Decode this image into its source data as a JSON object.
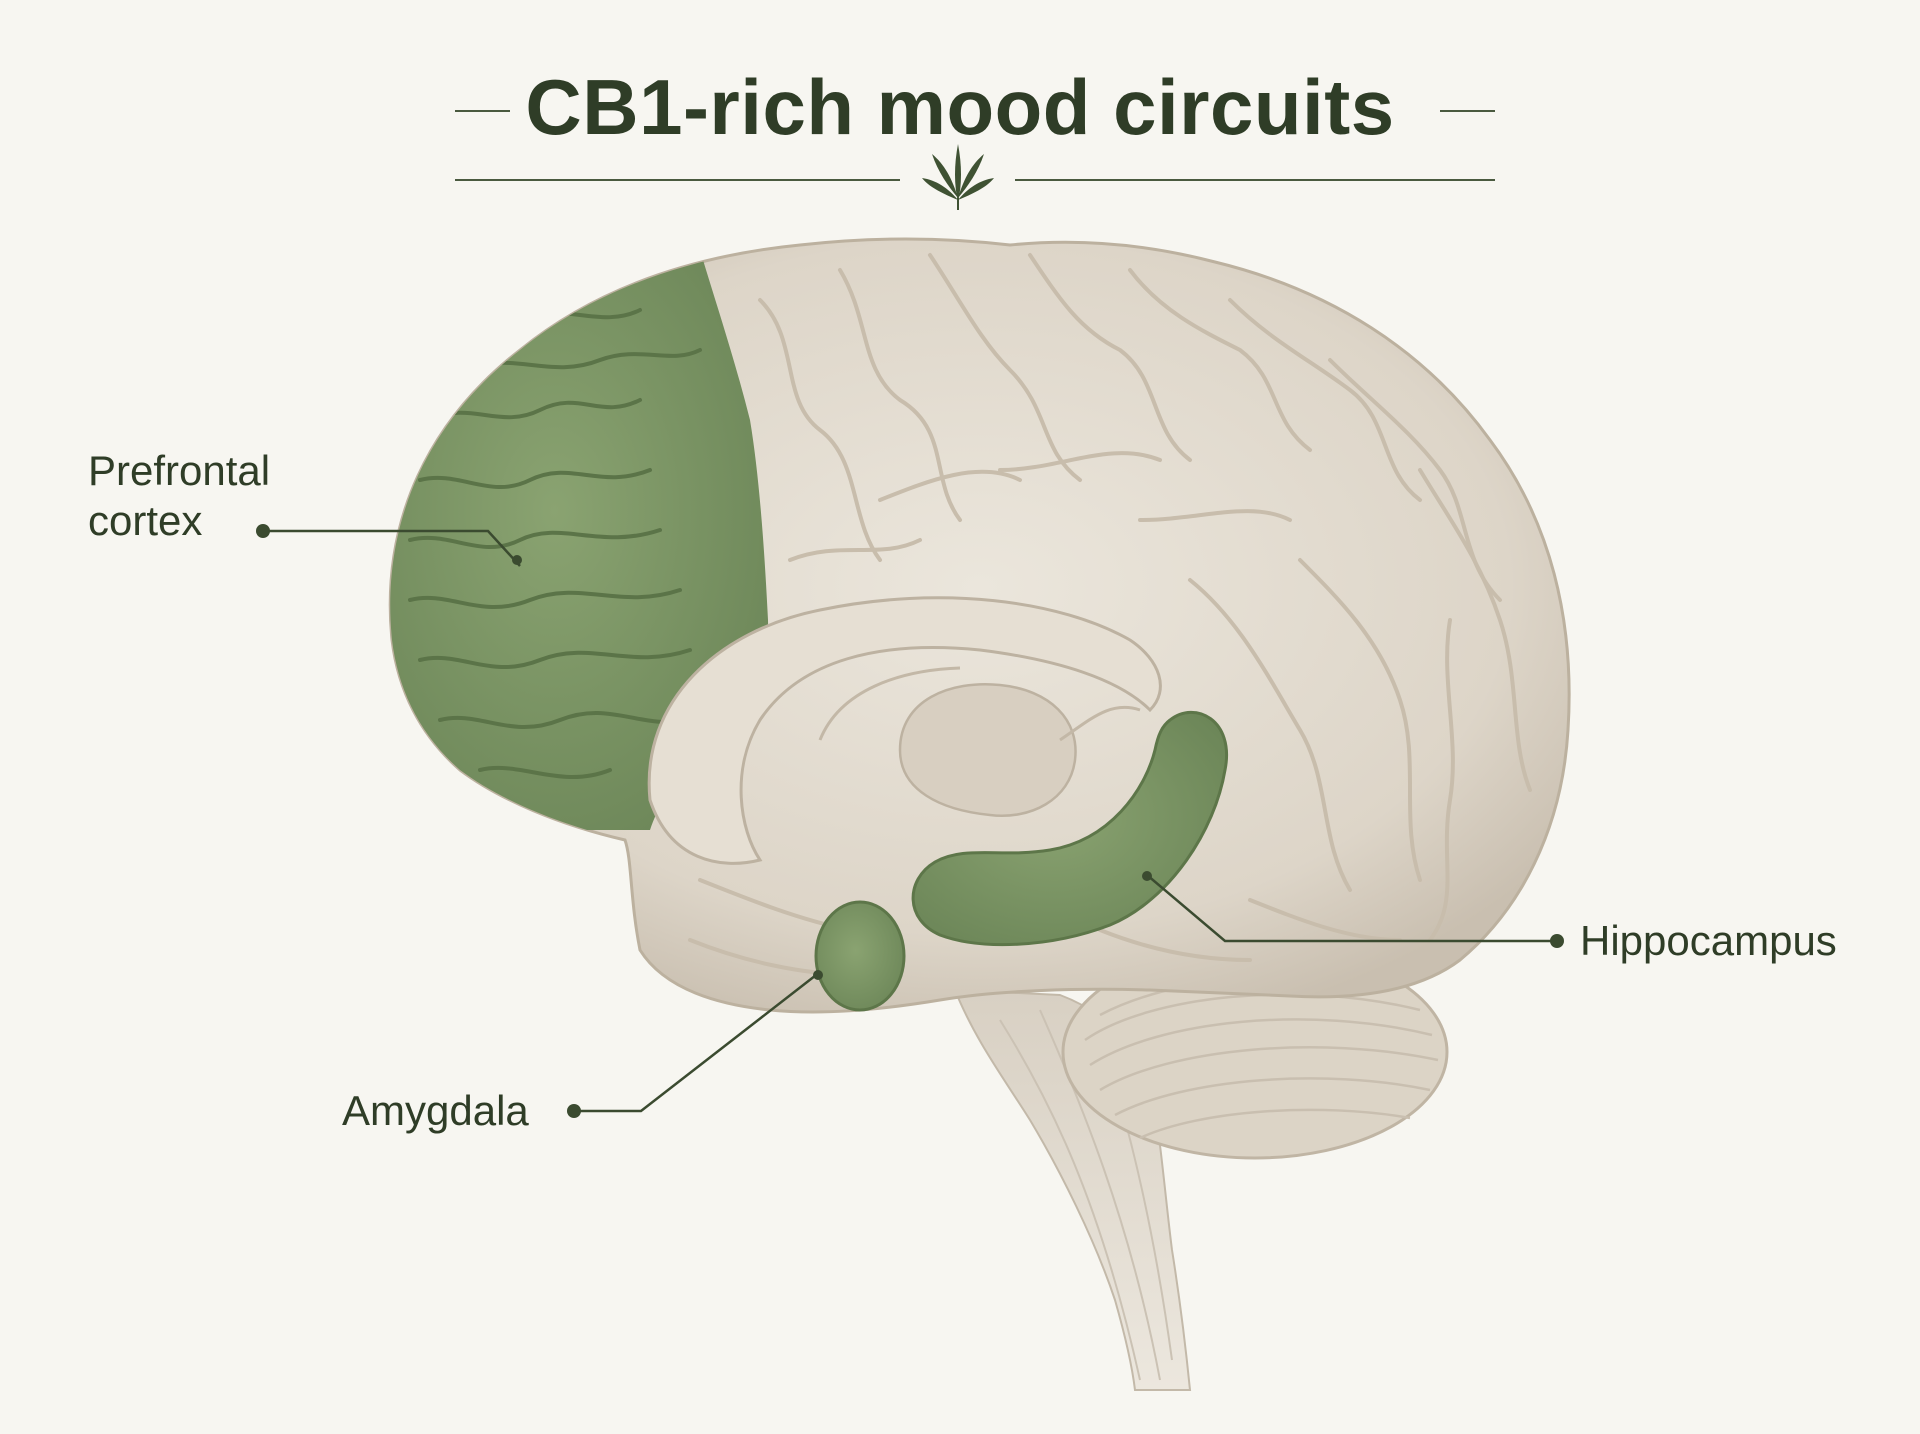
{
  "title": "CB1-rich mood circuits",
  "labels": {
    "prefrontal_line1": "Prefrontal",
    "prefrontal_line2": "cortex",
    "amygdala": "Amygdala",
    "hippocampus": "Hippocampus"
  },
  "icons": {
    "divider_ornament": "cannabis-leaf-icon"
  },
  "colors": {
    "background": "#f7f6f1",
    "text": "#2f3d27",
    "highlight_green": "#7f9868",
    "brain_tissue": "#e3dcd0"
  }
}
